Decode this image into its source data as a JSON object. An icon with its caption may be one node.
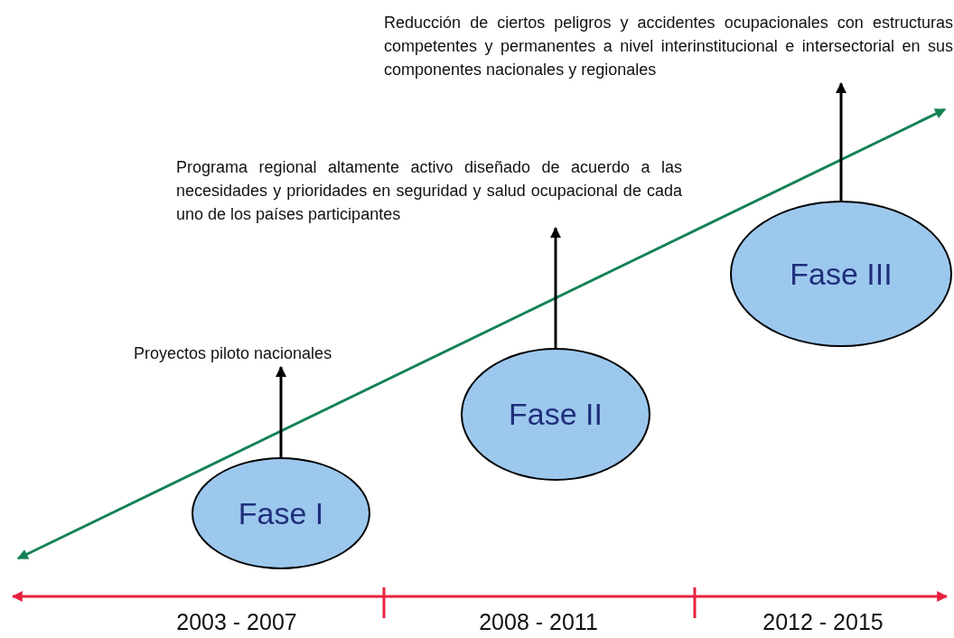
{
  "diagram": {
    "nodes": [
      {
        "text": [
          "Reducción de ciertos peligros y accidentes ocupacionales con estructuras competentes y permanentes a nivel interinstitucional e intersectorial en sus componentes nacionales y regionales"
        ]
      },
      {
        "text": [
          "Programa regional altamente activo diseñado de acuerdo a las necesidades y prioridades en seguridad y salud ocupacional de cada uno de los países participantes"
        ]
      },
      {
        "text": [
          "Fase III"
        ]
      },
      {
        "text": [
          "Proyectos piloto nacionales"
        ]
      },
      {
        "text": [
          "Fase II"
        ]
      },
      {
        "text": [
          "Fase I"
        ]
      }
    ],
    "edges": [
      {
        "from": 5,
        "to": 3,
        "arrow": "to"
      },
      {
        "from": 4,
        "to": 1,
        "arrow": "to"
      },
      {
        "from": 2,
        "to": 0,
        "arrow": "to"
      }
    ],
    "labels": [
      "2003 - 2007",
      "2008 - 2011",
      "2012 - 2015"
    ]
  }
}
